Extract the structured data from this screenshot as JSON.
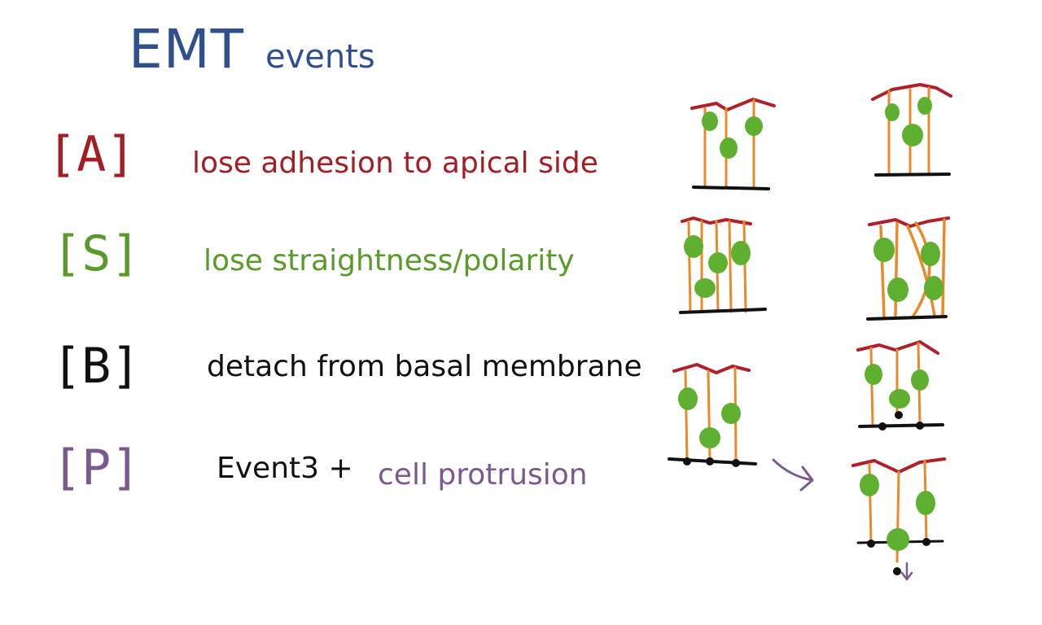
{
  "title": {
    "main": "EMT",
    "sub": "events"
  },
  "colors": {
    "title": "#2f4f8f",
    "A": "#a51d24",
    "S": "#5a9a2a",
    "B": "#111111",
    "P": "#7a5a8e",
    "membrane_apical": "#b0202a",
    "cell_line": "#e8892a",
    "nucleus": "#5fb030",
    "basal": "#111111",
    "arrow": "#7a5a8e"
  },
  "events": [
    {
      "tag": "[A]",
      "text": "lose adhesion to apical side",
      "color_key": "A"
    },
    {
      "tag": "[S]",
      "text": "lose straightness/polarity",
      "color_key": "S"
    },
    {
      "tag": "[B]",
      "text": "detach from basal membrane",
      "color_key": "B"
    },
    {
      "tag": "[P]",
      "text_a": "Event3 +",
      "text_b": "cell protrusion",
      "color_key": "P"
    }
  ]
}
